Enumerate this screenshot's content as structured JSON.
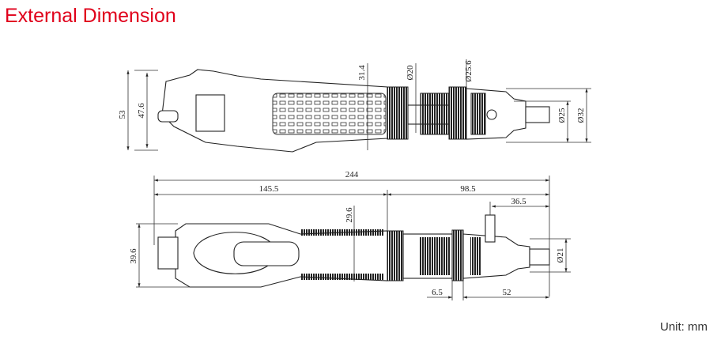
{
  "title": "External Dimension",
  "unit": "Unit: mm",
  "top_view": {
    "dimensions": {
      "height_total": "53",
      "height_body": "47.6",
      "grip": "31.4",
      "d20": "Ø20",
      "d25_6": "Ø25.6",
      "d25": "Ø25",
      "d32": "Ø32"
    }
  },
  "side_view": {
    "dimensions": {
      "length_total": "244",
      "length_body": "145.5",
      "length_front": "98.5",
      "length_tip": "36.5",
      "height_grip": "29.6",
      "height_body": "39.6",
      "d21": "Ø21",
      "clutch": "6.5",
      "nose": "52"
    }
  }
}
